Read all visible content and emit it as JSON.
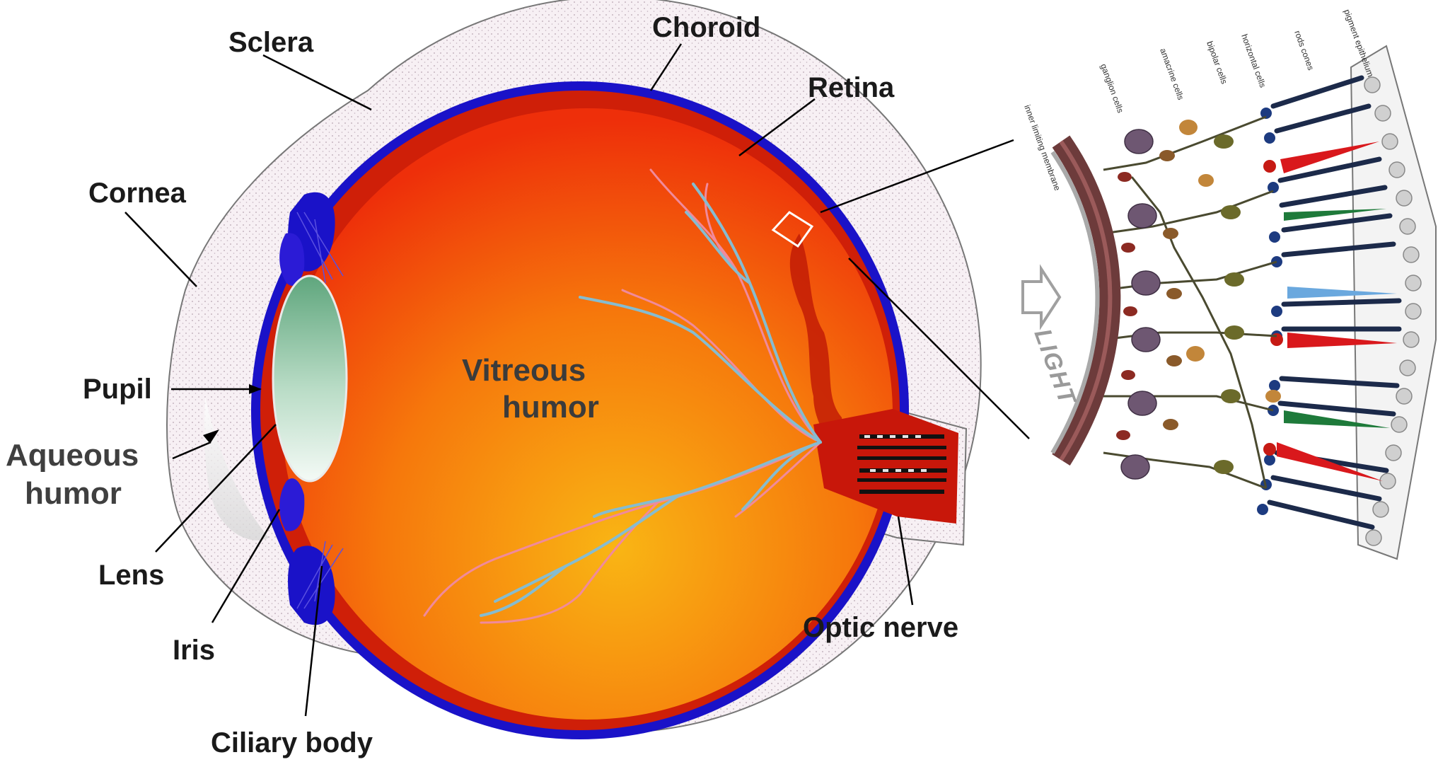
{
  "labels": {
    "sclera": "Sclera",
    "choroid": "Choroid",
    "retina": "Retina",
    "cornea": "Cornea",
    "pupil": "Pupil",
    "aqueous_line1": "Aqueous",
    "aqueous_line2": "humor",
    "vitreous_line1": "Vitreous",
    "vitreous_line2": "humor",
    "lens": "Lens",
    "iris": "Iris",
    "ciliary_body": "Ciliary body",
    "optic_nerve": "Optic nerve"
  },
  "retina_detail": {
    "light": "LIGHT",
    "layers": [
      "inner limiting membrane",
      "ganglion cells",
      "amacrine cells",
      "bipolar cells",
      "horizontal cells",
      "rods cones",
      "pigment epithelium"
    ]
  },
  "colors": {
    "sclera_fill": "#f6eef2",
    "choroid": "#1a12c8",
    "retina": "#cf1f08",
    "vitreous_center": "#f8a712",
    "vitreous_edge": "#f2410a",
    "lens_top": "#6cae86",
    "lens_bottom": "#eef6f0",
    "vessel_artery": "#f08a9c",
    "vessel_vein": "#86bcd0"
  }
}
